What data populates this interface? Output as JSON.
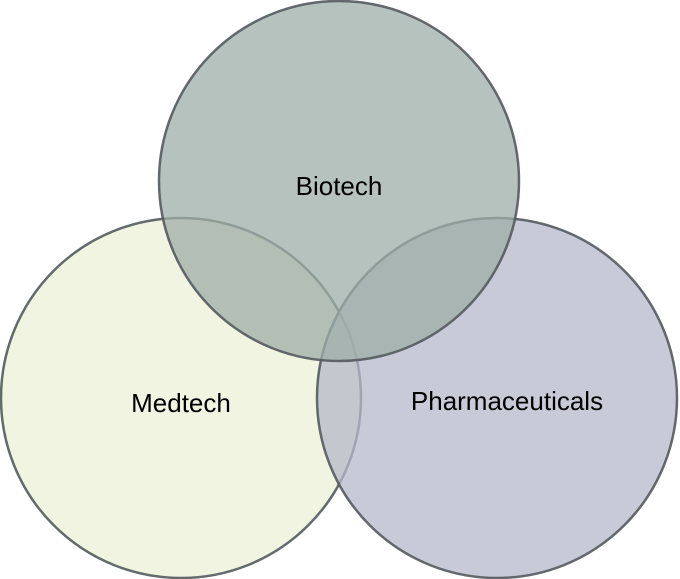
{
  "diagram": {
    "type": "venn",
    "sets": [
      {
        "id": "biotech",
        "label": "Biotech",
        "fill": "#9eaea7",
        "stroke": "#545a5e"
      },
      {
        "id": "medtech",
        "label": "Medtech",
        "fill": "#eef2db",
        "stroke": "#545a5e"
      },
      {
        "id": "pharmaceuticals",
        "label": "Pharmaceuticals",
        "fill": "#b5b8ca",
        "stroke": "#545a5e"
      }
    ]
  }
}
